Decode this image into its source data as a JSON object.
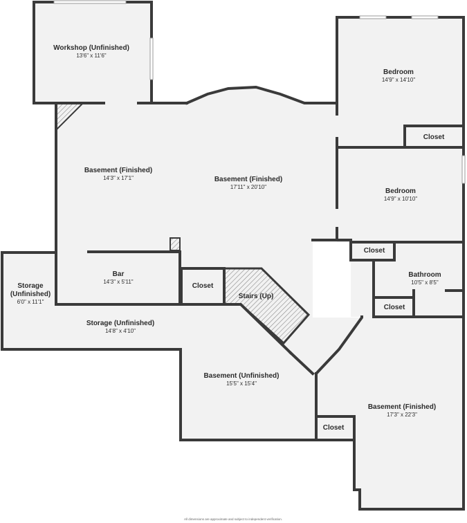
{
  "rooms": {
    "workshop": {
      "name": "Workshop (Unfinished)",
      "dims": "13'6\" x 11'6\""
    },
    "bedroom_top": {
      "name": "Bedroom",
      "dims": "14'9\" x 14'10\""
    },
    "closet_top": {
      "name": "Closet"
    },
    "basement_left": {
      "name": "Basement (Finished)",
      "dims": "14'3\" x 17'1\""
    },
    "basement_center": {
      "name": "Basement (Finished)",
      "dims": "17'11\" x 20'10\""
    },
    "bedroom_mid": {
      "name": "Bedroom",
      "dims": "14'9\" x 10'10\""
    },
    "closet_mid": {
      "name": "Closet"
    },
    "bathroom": {
      "name": "Bathroom",
      "dims": "10'5\" x 8'5\""
    },
    "closet_bath": {
      "name": "Closet"
    },
    "storage_left": {
      "name_line1": "Storage",
      "name_line2": "(Unfinished)",
      "dims": "6'0\" x 11'1\""
    },
    "bar": {
      "name": "Bar",
      "dims": "14'3\" x 5'11\""
    },
    "closet_stairs": {
      "name": "Closet"
    },
    "stairs": {
      "name": "Stairs (Up)"
    },
    "storage_long": {
      "name": "Storage (Unfinished)",
      "dims": "14'8\" x 4'10\""
    },
    "basement_unfinished": {
      "name": "Basement (Unfinished)",
      "dims": "15'5\" x 15'4\""
    },
    "basement_br": {
      "name": "Basement (Finished)",
      "dims": "17'3\" x 22'3\""
    },
    "closet_br": {
      "name": "Closet"
    }
  },
  "footer": "All dimensions are approximate and subject to independent verification."
}
